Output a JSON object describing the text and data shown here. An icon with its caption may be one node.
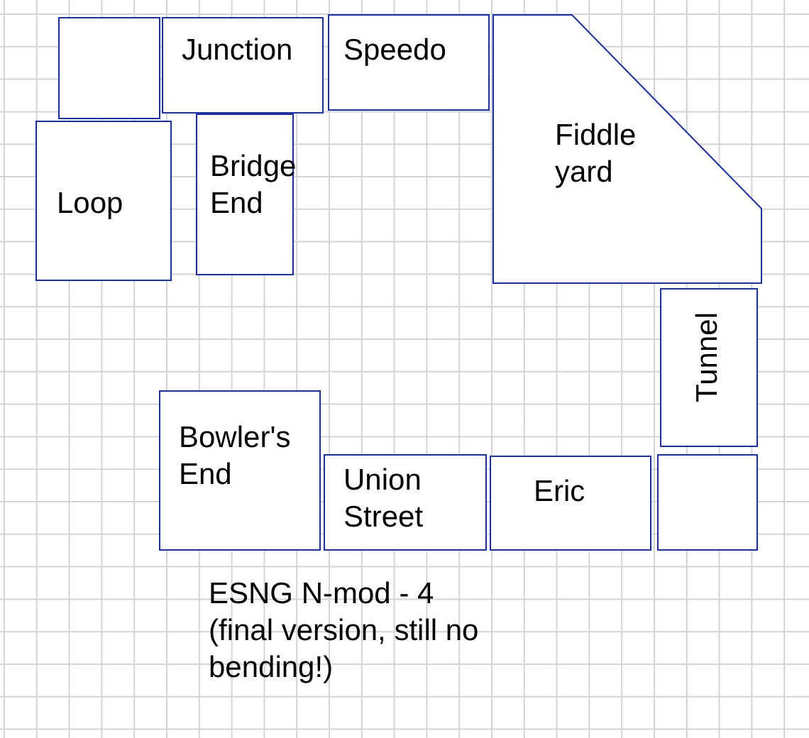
{
  "diagram": {
    "nodes": [
      {
        "text": [],
        "shape": "box"
      },
      {
        "text": [
          "Junction"
        ]
      },
      {
        "text": [
          "Speedo"
        ]
      },
      {
        "text": [
          "Fiddle yard"
        ]
      },
      {
        "text": [
          "Loop"
        ]
      },
      {
        "text": [
          "Bridge End"
        ]
      },
      {
        "text": [
          "Tunnel"
        ]
      },
      {
        "text": [
          "Bowler's End"
        ]
      },
      {
        "text": [
          "Union Street"
        ]
      },
      {
        "text": [
          "Eric"
        ]
      },
      {
        "text": [],
        "shape": "box"
      }
    ],
    "labels": [
      "ESNG N-mod - 4 (final version, still no bending!)"
    ]
  }
}
